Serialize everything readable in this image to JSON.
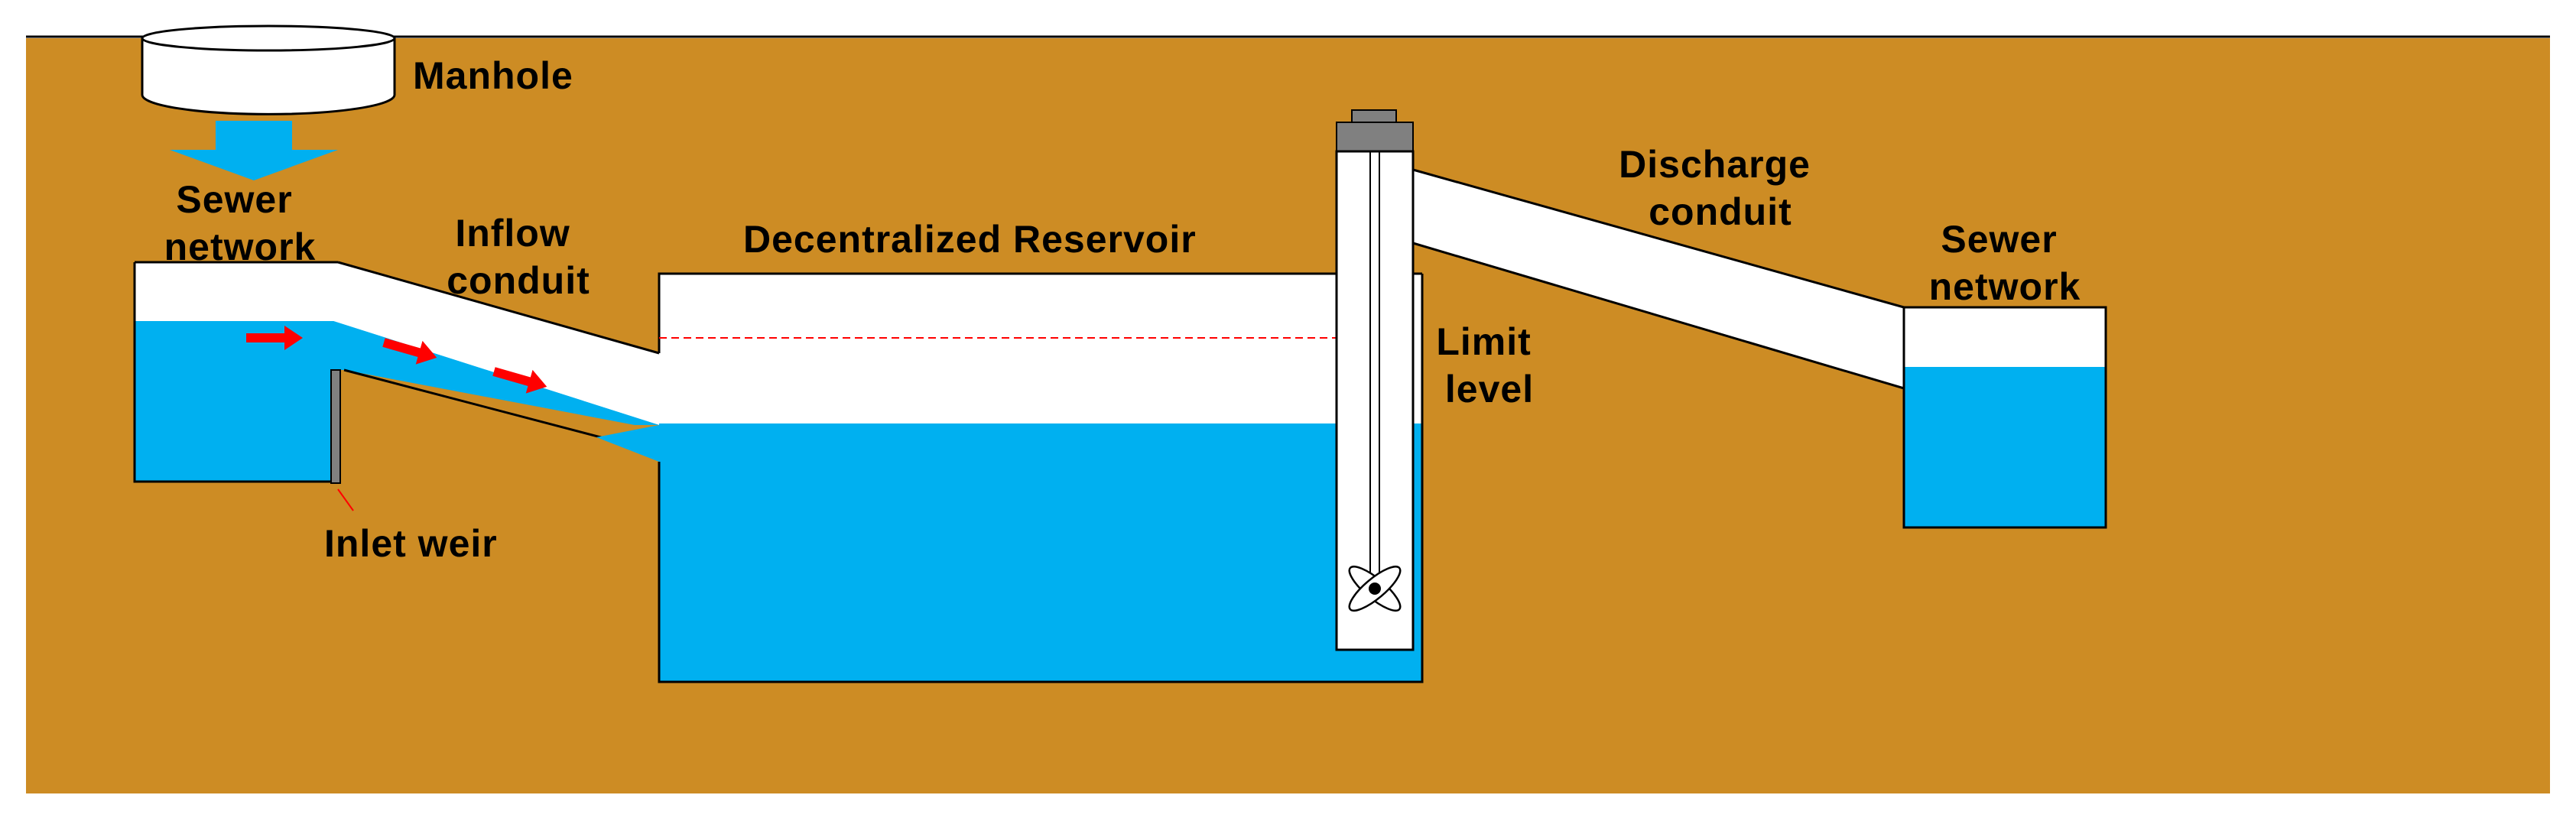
{
  "labels": {
    "manhole": "Manhole",
    "sewer_network_left_line1": "Sewer",
    "sewer_network_left_line2": "network",
    "inflow_conduit_line1": "Inflow",
    "inflow_conduit_line2": "conduit",
    "reservoir": "Decentralized Reservoir",
    "discharge_conduit_line1": "Discharge",
    "discharge_conduit_line2": "conduit",
    "sewer_network_right_line1": "Sewer",
    "sewer_network_right_line2": "network",
    "limit_level_line1": "Limit",
    "limit_level_line2": "level",
    "inlet_weir": "Inlet weir"
  },
  "colors": {
    "ground": "#cd8c24",
    "water": "#00b0f0",
    "pipe": "#ffffff",
    "flow_arrow": "#ff0000",
    "limit_line": "#ff0000",
    "outline": "#000000",
    "pump_cap": "#808080"
  },
  "icons": {
    "manhole": "manhole-cylinder-icon",
    "down_arrow": "down-arrow-icon",
    "flow_arrow": "flow-arrow-icon",
    "propeller": "propeller-icon"
  }
}
